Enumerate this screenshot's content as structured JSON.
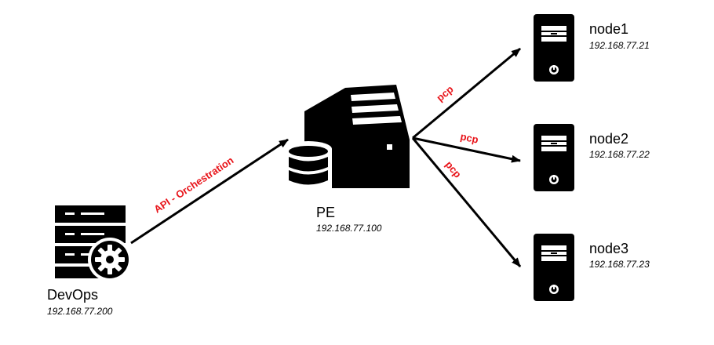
{
  "colors": {
    "icon": "#000000",
    "edge_label": "#e8141a",
    "line": "#000000"
  },
  "nodes": {
    "devops": {
      "name": "DevOps",
      "ip": "192.168.77.200",
      "icon": "server-gear-icon"
    },
    "pe": {
      "name": "PE",
      "ip": "192.168.77.100",
      "icon": "server-tower-database-icon"
    },
    "node1": {
      "name": "node1",
      "ip": "192.168.77.21",
      "icon": "server-tower-icon"
    },
    "node2": {
      "name": "node2",
      "ip": "192.168.77.22",
      "icon": "server-tower-icon"
    },
    "node3": {
      "name": "node3",
      "ip": "192.168.77.23",
      "icon": "server-tower-icon"
    }
  },
  "edges": [
    {
      "from": "devops",
      "to": "pe",
      "label": "API -  Orchestration"
    },
    {
      "from": "pe",
      "to": "node1",
      "label": "pcp"
    },
    {
      "from": "pe",
      "to": "node2",
      "label": "pcp"
    },
    {
      "from": "pe",
      "to": "node3",
      "label": "pcp"
    }
  ]
}
